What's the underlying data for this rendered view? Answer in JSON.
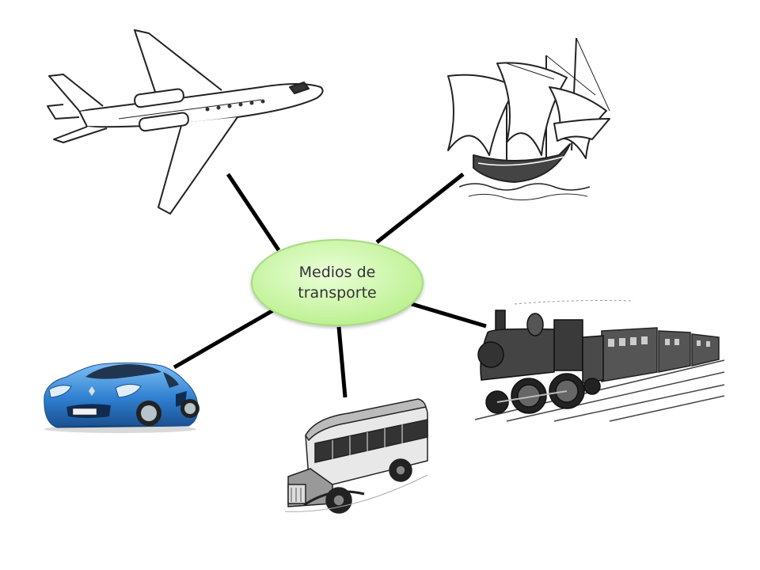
{
  "diagram": {
    "center": {
      "line1": "Medios de",
      "line2": "transporte",
      "fill": "#c8f5a0",
      "stroke": "#9fd97a"
    },
    "connector_color": "#000000",
    "nodes": [
      {
        "id": "airplane",
        "icon": "airplane-icon"
      },
      {
        "id": "ship",
        "icon": "sailing-ship-icon"
      },
      {
        "id": "train",
        "icon": "steam-train-icon"
      },
      {
        "id": "bus",
        "icon": "vintage-bus-icon"
      },
      {
        "id": "car",
        "icon": "sports-car-icon"
      }
    ],
    "car_color": "#3a86d4"
  }
}
